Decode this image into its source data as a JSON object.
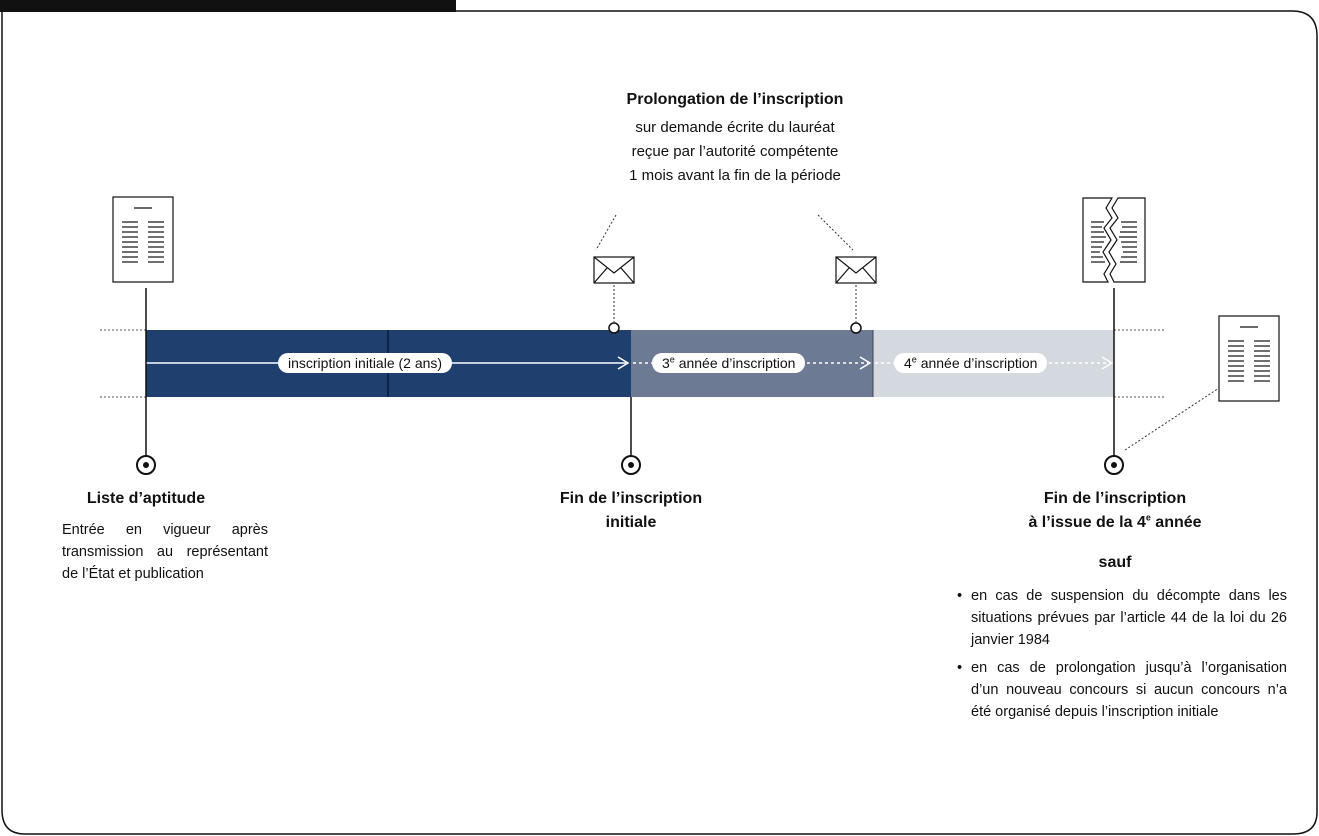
{
  "periods": {
    "initial_label": "inscription initiale (2 ans)",
    "third_num": "3",
    "third_sup": "e",
    "third_rest": " année d’inscription",
    "fourth_num": "4",
    "fourth_sup": "e",
    "fourth_rest": " année d’inscription"
  },
  "prolongation": {
    "title": "Prolongation de l’inscription",
    "line1": "sur demande écrite du lauréat",
    "line2": "reçue par l’autorité compétente",
    "line3": "1 mois avant la fin de la période"
  },
  "milestones": {
    "start": {
      "title": "Liste d’aptitude",
      "text": "Entrée en vigueur après transmission au représentant de l’État et publication"
    },
    "end_initial": {
      "title_line1": "Fin de l’inscription",
      "title_line2": "initiale"
    },
    "end_fourth": {
      "title_line1": "Fin de l’inscription",
      "title_line2_a": "à l’issue de la 4",
      "title_line2_sup": "e",
      "title_line2_b": " année",
      "except": "sauf",
      "bullets": [
        "en cas de suspension du décompte dans les situations prévues par l’article 44 de la loi du 26 janvier 1984",
        "en cas de prolongation jusqu’à l’organisation d’un nouveau concours si aucun concours n’a été organisé depuis l’inscription initiale"
      ]
    }
  },
  "colors": {
    "initial": "#1f3f6e",
    "third": "#6d7a93",
    "fourth": "#d4d8df",
    "frame": "#111111"
  }
}
